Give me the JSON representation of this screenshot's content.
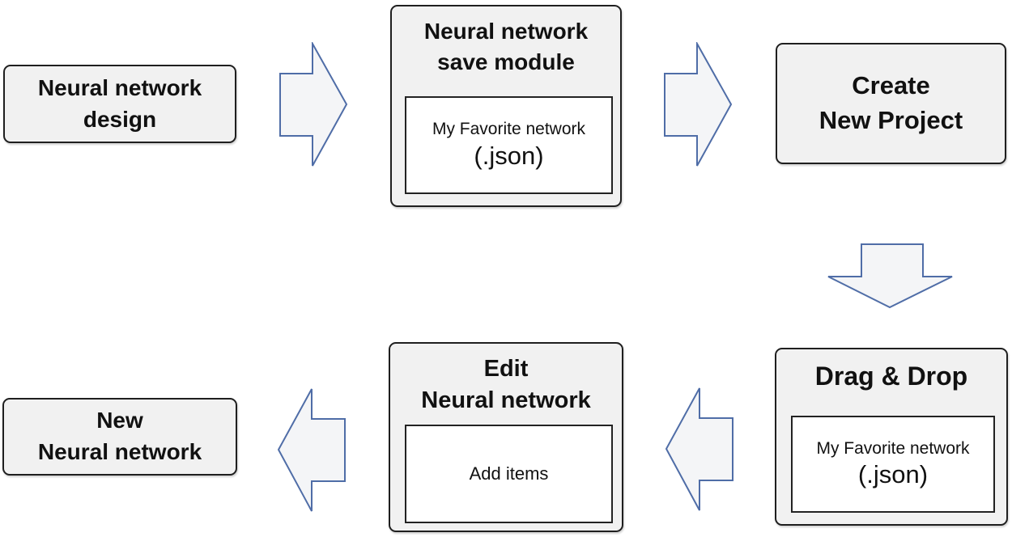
{
  "colors": {
    "background": "#ffffff",
    "box_fill": "#f1f1f1",
    "box_border": "#1f1f1f",
    "inner_fill": "#ffffff",
    "inner_border": "#222222",
    "arrow_fill": "#f4f5f7",
    "arrow_stroke": "#4f6da7",
    "text": "#111111"
  },
  "nodes": {
    "design": {
      "line1": "Neural network",
      "line2": "design"
    },
    "save_module": {
      "line1": "Neural network",
      "line2": "save module",
      "inner_line1": "My Favorite network",
      "inner_line2": "(.json)"
    },
    "create_project": {
      "line1": "Create",
      "line2": "New Project"
    },
    "drag_drop": {
      "line1": "Drag & Drop",
      "inner_line1": "My Favorite network",
      "inner_line2": "(.json)"
    },
    "edit_network": {
      "line1": "Edit",
      "line2": "Neural network",
      "inner_line1": "Add items"
    },
    "new_network": {
      "line1": "New",
      "line2": "Neural network"
    }
  },
  "arrows": [
    {
      "name": "arrow-right-1",
      "direction": "right"
    },
    {
      "name": "arrow-right-2",
      "direction": "right"
    },
    {
      "name": "arrow-down",
      "direction": "down"
    },
    {
      "name": "arrow-left-1",
      "direction": "left"
    },
    {
      "name": "arrow-left-2",
      "direction": "left"
    }
  ]
}
